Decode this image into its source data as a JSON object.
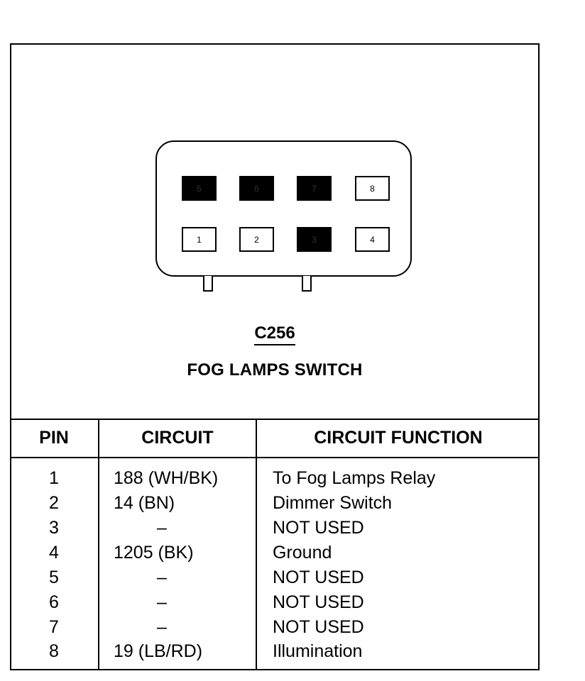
{
  "connector": {
    "id": "C256",
    "name": "FOG LAMPS SWITCH",
    "pins_top": [
      {
        "label": "5",
        "filled": true
      },
      {
        "label": "6",
        "filled": true
      },
      {
        "label": "7",
        "filled": true
      },
      {
        "label": "8",
        "filled": false
      }
    ],
    "pins_bottom": [
      {
        "label": "1",
        "filled": false
      },
      {
        "label": "2",
        "filled": false
      },
      {
        "label": "3",
        "filled": true
      },
      {
        "label": "4",
        "filled": false
      }
    ]
  },
  "table": {
    "headers": {
      "pin": "PIN",
      "circuit": "CIRCUIT",
      "function": "CIRCUIT FUNCTION"
    },
    "rows": [
      {
        "pin": "1",
        "circuit": "188 (WH/BK)",
        "function": "To Fog Lamps Relay"
      },
      {
        "pin": "2",
        "circuit": "14 (BN)",
        "function": "Dimmer Switch"
      },
      {
        "pin": "3",
        "circuit": "–",
        "function": "NOT USED"
      },
      {
        "pin": "4",
        "circuit": "1205 (BK)",
        "function": "Ground"
      },
      {
        "pin": "5",
        "circuit": "–",
        "function": "NOT USED"
      },
      {
        "pin": "6",
        "circuit": "–",
        "function": "NOT USED"
      },
      {
        "pin": "7",
        "circuit": "–",
        "function": "NOT USED"
      },
      {
        "pin": "8",
        "circuit": "19 (LB/RD)",
        "function": "Illumination"
      }
    ]
  }
}
